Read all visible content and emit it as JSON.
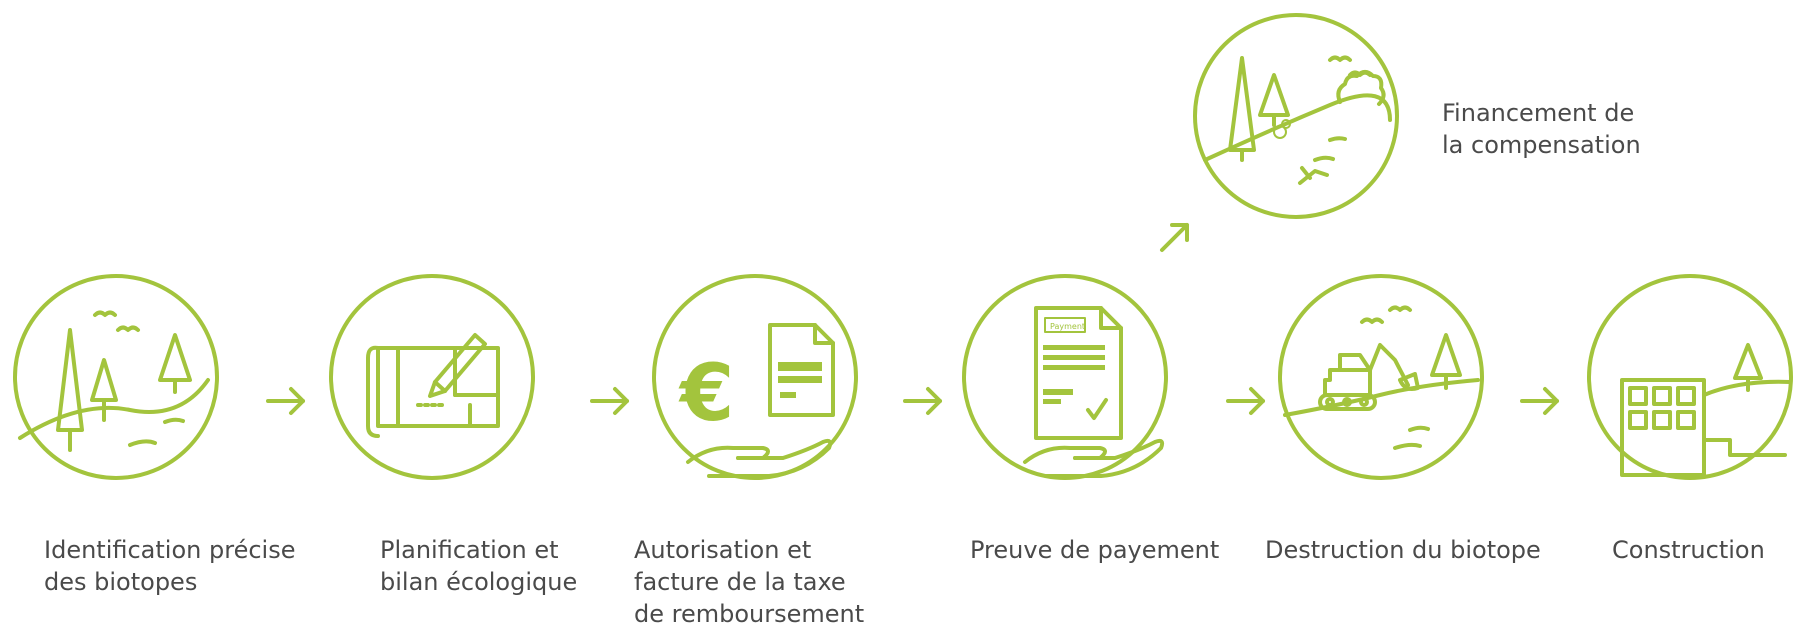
{
  "colors": {
    "accent": "#a3c43d",
    "text": "#4a4a4a"
  },
  "steps": [
    {
      "icon": "landscape-trees-icon",
      "lines": [
        "Identification précise",
        "des biotopes"
      ]
    },
    {
      "icon": "blueprint-pencil-icon",
      "lines": [
        "Planification et",
        "bilan écologique"
      ]
    },
    {
      "icon": "euro-invoice-hand-icon",
      "lines": [
        "Autorisation et",
        "facture de la taxe",
        "de remboursement"
      ]
    },
    {
      "icon": "payment-document-hand-icon",
      "lines": [
        "Preuve de payement"
      ],
      "document_stamp": "Payment"
    },
    {
      "icon": "excavator-landscape-icon",
      "lines": [
        "Destruction du biotope"
      ]
    },
    {
      "icon": "building-construction-icon",
      "lines": [
        "Construction"
      ]
    }
  ],
  "branch": {
    "icon": "compensation-landscape-icon",
    "lines": [
      "Financement de",
      "la compensation"
    ]
  },
  "arrows": [
    "arrow-right-icon",
    "arrow-right-icon",
    "arrow-right-icon",
    "arrow-right-icon",
    "arrow-right-icon",
    "arrow-diagonal-up-icon"
  ]
}
